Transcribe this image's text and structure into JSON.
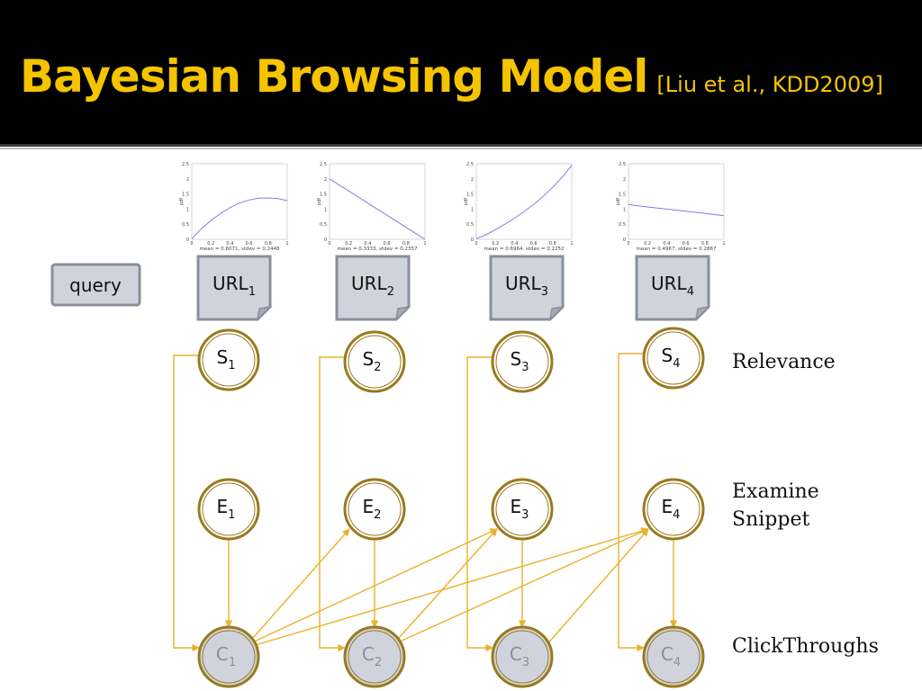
{
  "title": "Bayesian Browsing Model",
  "citation": "[Liu et al., KDD2009]",
  "query_label": "query",
  "urls": [
    {
      "base": "URL",
      "sub": "1"
    },
    {
      "base": "URL",
      "sub": "2"
    },
    {
      "base": "URL",
      "sub": "3"
    },
    {
      "base": "URL",
      "sub": "4"
    }
  ],
  "row_labels": {
    "relevance": "Relevance",
    "examine_line1": "Examine",
    "examine_line2": "Snippet",
    "clickthroughs": "ClickThroughs"
  },
  "nodes": {
    "s": [
      {
        "base": "S",
        "sub": "1"
      },
      {
        "base": "S",
        "sub": "2"
      },
      {
        "base": "S",
        "sub": "3"
      },
      {
        "base": "S",
        "sub": "4"
      }
    ],
    "e": [
      {
        "base": "E",
        "sub": "1"
      },
      {
        "base": "E",
        "sub": "2"
      },
      {
        "base": "E",
        "sub": "3"
      },
      {
        "base": "E",
        "sub": "4"
      }
    ],
    "c": [
      {
        "base": "C",
        "sub": "1"
      },
      {
        "base": "C",
        "sub": "2"
      },
      {
        "base": "C",
        "sub": "3"
      },
      {
        "base": "C",
        "sub": "4"
      }
    ]
  },
  "colors": {
    "accent": "#f5c400",
    "node_border": "#9a7a1e",
    "edge": "#e8b22a",
    "doc_fill": "#d0d3dc",
    "doc_border": "#8a8f9c",
    "curve": "#7b7fe0"
  },
  "chart_data": [
    {
      "type": "line",
      "x": [
        0,
        0.1,
        0.2,
        0.3,
        0.4,
        0.5,
        0.6,
        0.7,
        0.8,
        0.9,
        1
      ],
      "y": [
        0.02,
        0.35,
        0.62,
        0.85,
        1.05,
        1.2,
        1.3,
        1.36,
        1.37,
        1.35,
        1.28
      ],
      "caption": "mean = 0.6071, stdev = 0.2448",
      "xlim": [
        0,
        1
      ],
      "ylim": [
        0,
        2.5
      ],
      "yticks": [
        "0",
        "0.5",
        "1",
        "1.5",
        "2",
        "2.5"
      ],
      "xticks": [
        "0",
        "0.2",
        "0.4",
        "0.6",
        "0.8",
        "1"
      ],
      "ylabel": "pdf"
    },
    {
      "type": "line",
      "x": [
        0,
        0.1,
        0.2,
        0.3,
        0.4,
        0.5,
        0.6,
        0.7,
        0.8,
        0.9,
        1
      ],
      "y": [
        2.0,
        1.8,
        1.6,
        1.4,
        1.2,
        1.0,
        0.8,
        0.6,
        0.4,
        0.2,
        0.0
      ],
      "caption": "mean = 0.3333, stdev = 0.2357",
      "xlim": [
        0,
        1
      ],
      "ylim": [
        0,
        2.5
      ],
      "yticks": [
        "0",
        "0.5",
        "1",
        "1.5",
        "2",
        "2.5"
      ],
      "xticks": [
        "0",
        "0.2",
        "0.4",
        "0.6",
        "0.8",
        "1"
      ],
      "ylabel": "pdf"
    },
    {
      "type": "line",
      "x": [
        0,
        0.1,
        0.2,
        0.3,
        0.4,
        0.5,
        0.6,
        0.7,
        0.8,
        0.9,
        1
      ],
      "y": [
        0.02,
        0.15,
        0.32,
        0.5,
        0.7,
        0.92,
        1.15,
        1.42,
        1.72,
        2.05,
        2.45
      ],
      "caption": "mean = 0.6964, stdev = 0.2252",
      "xlim": [
        0,
        1
      ],
      "ylim": [
        0,
        2.5
      ],
      "yticks": [
        "0",
        "0.5",
        "1",
        "1.5",
        "2",
        "2.5"
      ],
      "xticks": [
        "0",
        "0.2",
        "0.4",
        "0.6",
        "0.8",
        "1"
      ],
      "ylabel": "pdf"
    },
    {
      "type": "line",
      "x": [
        0,
        0.2,
        0.4,
        0.6,
        0.8,
        1
      ],
      "y": [
        1.15,
        1.07,
        1.0,
        0.93,
        0.86,
        0.78
      ],
      "caption": "mean = 0.4967, stdev = 0.2867",
      "xlim": [
        0,
        1
      ],
      "ylim": [
        0,
        2.5
      ],
      "yticks": [
        "0",
        "0.5",
        "1",
        "1.5",
        "2",
        "2.5"
      ],
      "xticks": [
        "0",
        "0.2",
        "0.4",
        "0.6",
        "0.8",
        "1"
      ],
      "ylabel": "pdf"
    }
  ]
}
